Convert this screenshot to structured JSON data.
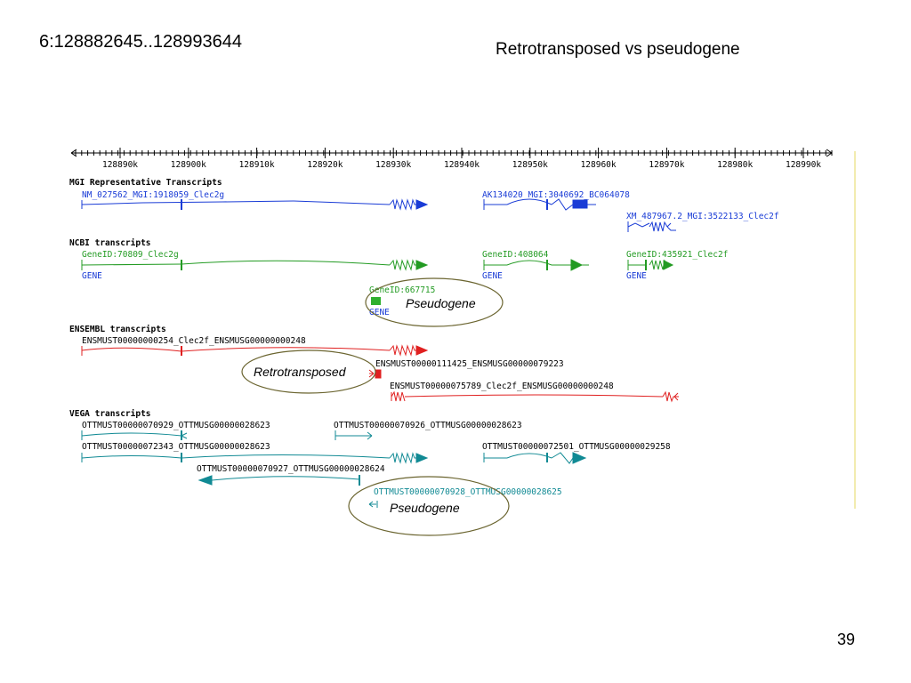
{
  "slide": {
    "coordinates": "6:128882645..128993644",
    "title": "Retrotransposed vs pseudogene",
    "page_number": "39"
  },
  "ruler": {
    "labels": [
      "128890k",
      "128900k",
      "128910k",
      "128920k",
      "128930k",
      "128940k",
      "128950k",
      "128960k",
      "128970k",
      "128980k",
      "128990k"
    ]
  },
  "tracks": {
    "mgi": {
      "header": "MGI Representative Transcripts",
      "color": "#1a3cd6",
      "items": {
        "nm_027562": "NM_027562_MGI:1918059_Clec2g",
        "ak134020": "AK134020_MGI:3040692_BC064078",
        "xm_487967": "XM_487967.2_MGI:3522133_Clec2f"
      }
    },
    "ncbi": {
      "header": "NCBI transcripts",
      "color": "#239b23",
      "items": {
        "g70809": "GeneID:70809_Clec2g",
        "g408064": "GeneID:408064",
        "g435921": "GeneID:435921_Clec2f",
        "g667715": "GeneID:667715"
      },
      "gene_link": "GENE"
    },
    "ensembl": {
      "header": "ENSEMBL transcripts",
      "color": "#e02020",
      "items": {
        "t254": "ENSMUST00000000254_Clec2f_ENSMUSG00000000248",
        "t111425": "ENSMUST00000111425_ENSMUSG00000079223",
        "t75789": "ENSMUST00000075789_Clec2f_ENSMUSG00000000248"
      }
    },
    "vega": {
      "header": "VEGA transcripts",
      "color": "#118a94",
      "items": {
        "o70929": "OTTMUST00000070929_OTTMUSG00000028623",
        "o70926": "OTTMUST00000070926_OTTMUSG00000028623",
        "o72343": "OTTMUST00000072343_OTTMUSG00000028623",
        "o72501": "OTTMUST00000072501_OTTMUSG00000029258",
        "o70927": "OTTMUST00000070927_OTTMUSG00000028624",
        "o70928": "OTTMUST00000070928_OTTMUSG00000028625"
      }
    }
  },
  "annotations": {
    "pseudogene_label": "Pseudogene",
    "retrotransposed_label": "Retrotransposed"
  }
}
